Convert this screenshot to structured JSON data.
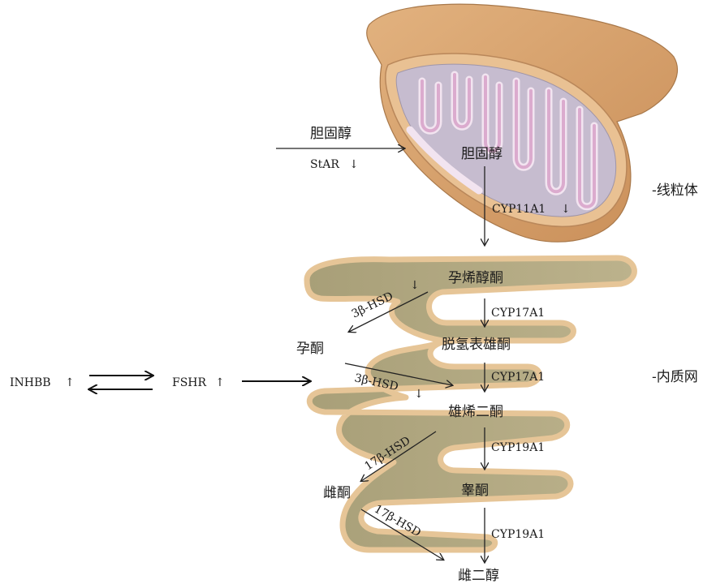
{
  "mitochondrion": {
    "outer_label": "胆固醇",
    "star_label": "StAR",
    "star_arrow": "↓",
    "inner_label": "胆固醇",
    "cyp11a1_label": "CYP11A1",
    "cyp11a1_arrow": "↓",
    "organelle_label": "-线粒体"
  },
  "er": {
    "organelle_label": "-内质网",
    "pregnenolone": "孕烯醇酮",
    "progesterone": "孕酮",
    "dhea": "脱氢表雄酮",
    "androstenedione": "雄烯二酮",
    "testosterone": "睾酮",
    "estrone": "雌酮",
    "estradiol": "雌二醇",
    "hsd3b_label_1": "3β-HSD",
    "hsd3b_arrow_1": "↓",
    "hsd3b_label_2": "3β-HSD",
    "hsd3b_arrow_2": "↓",
    "cyp17a1_label_1": "CYP17A1",
    "cyp17a1_label_2": "CYP17A1",
    "hsd17b_label_1": "17β-HSD",
    "hsd17b_label_2": "17β-HSD",
    "cyp19a1_label_1": "CYP19A1",
    "cyp19a1_label_2": "CYP19A1"
  },
  "signaling": {
    "inhbb": "INHBB",
    "inhbb_arrow": "↑",
    "fshr": "FSHR",
    "fshr_arrow": "↑"
  },
  "colors": {
    "mito_outer": "#d9a773",
    "mito_rim": "#e9c193",
    "mito_inner": "#c9bfd3",
    "mito_cristae": "#d9a0c8",
    "er_fill": "#b7ad87",
    "er_rim": "#e8c79a",
    "arrow": "#222222"
  }
}
